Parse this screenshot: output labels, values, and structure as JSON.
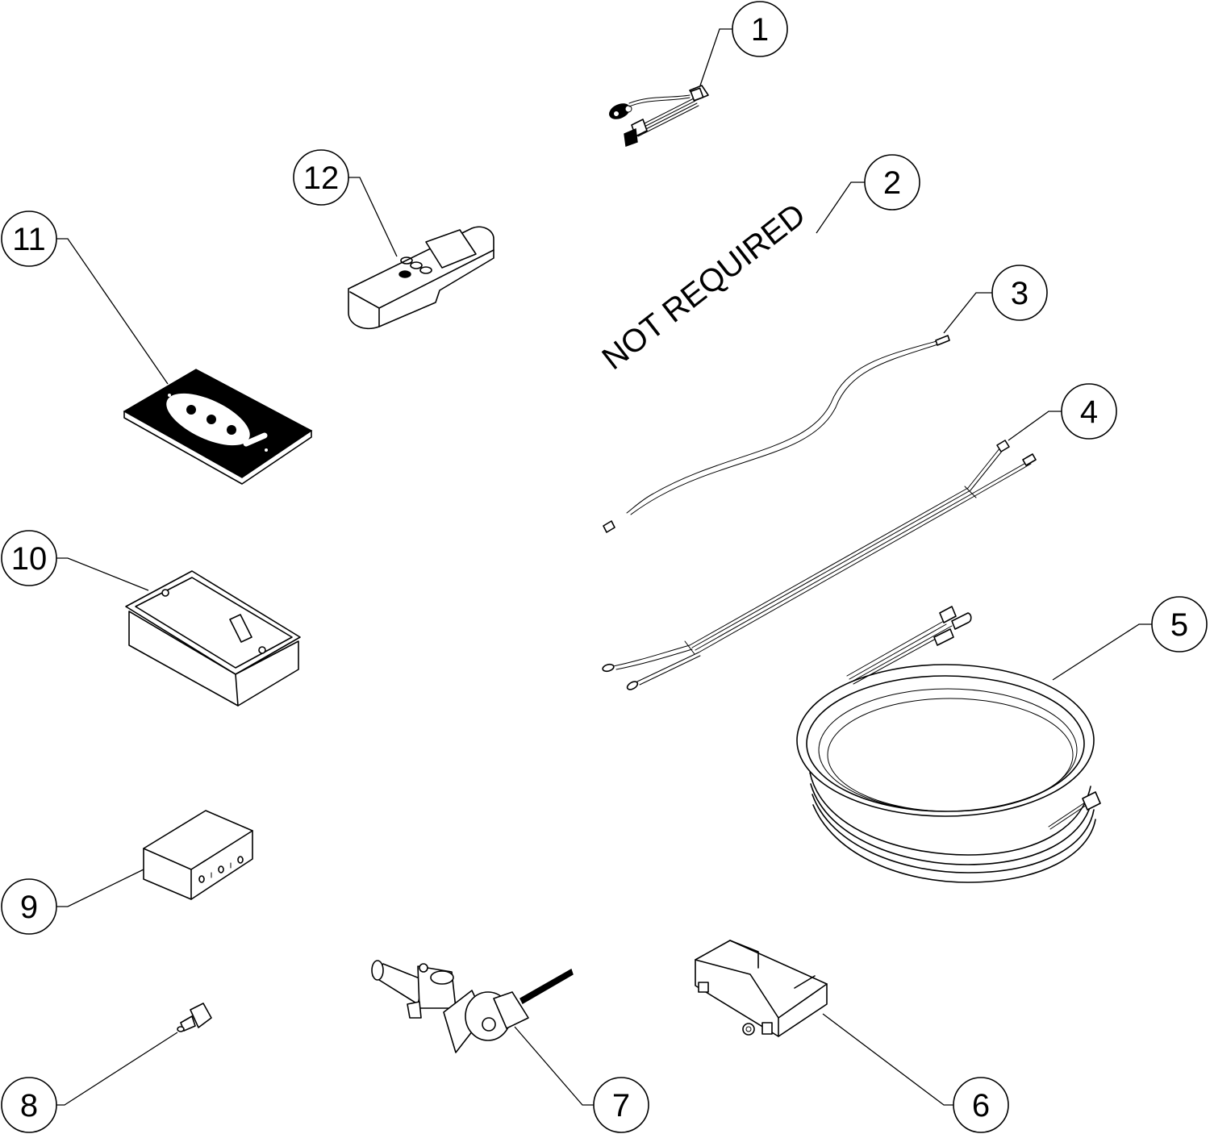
{
  "diagram": {
    "type": "exploded-parts-diagram",
    "colors": {
      "line": "#000000",
      "background": "#ffffff"
    },
    "callouts": [
      {
        "number": "1",
        "part": "wiring-harness-battery-clip"
      },
      {
        "number": "2",
        "part": "not-required",
        "note": "NOT REQUIRED"
      },
      {
        "number": "3",
        "part": "thermo-wire"
      },
      {
        "number": "4",
        "part": "ground-wire-harness"
      },
      {
        "number": "5",
        "part": "coiled-extension-cable"
      },
      {
        "number": "6",
        "part": "control-module"
      },
      {
        "number": "7",
        "part": "gas-valve-with-motor"
      },
      {
        "number": "8",
        "part": "fitting"
      },
      {
        "number": "9",
        "part": "battery-box"
      },
      {
        "number": "10",
        "part": "wall-box"
      },
      {
        "number": "11",
        "part": "wall-switch-plate"
      },
      {
        "number": "12",
        "part": "remote-control"
      }
    ]
  }
}
